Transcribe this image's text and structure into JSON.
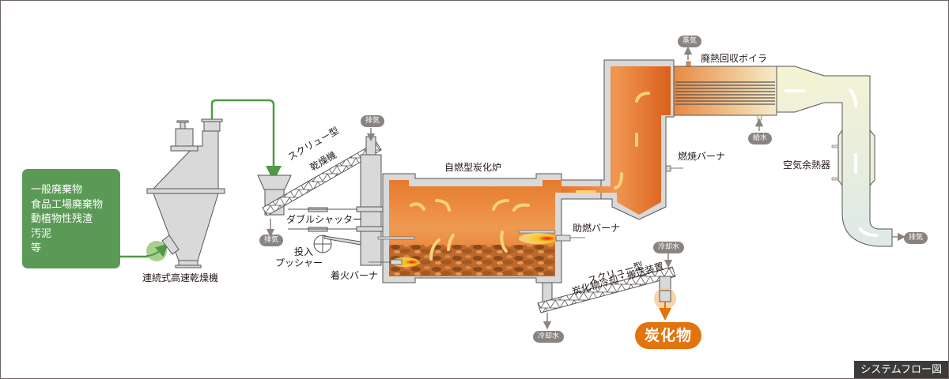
{
  "diagram": {
    "caption": "システムフロー図",
    "input_box": {
      "lines": [
        "一般廃棄物",
        "食品工場廃棄物",
        "動植物性残渣",
        "汚泥",
        "等"
      ]
    },
    "equipment": {
      "dryer": "連続式高速乾燥機",
      "screw_dryer_line1": "スクリュー型",
      "screw_dryer_line2": "乾燥機",
      "double_shutter": "ダブルシャッター",
      "pusher_line1": "投入",
      "pusher_line2": "プッシャー",
      "ignition_burner": "着火バーナ",
      "carbonization_furnace": "自燃型炭化炉",
      "auxiliary_burner": "助燃バーナ",
      "combustion_burner": "燃焼バーナ",
      "waste_heat_boiler": "廃熱回収ボイラ",
      "air_preheater": "空気余熱器",
      "screw_cooler_line1": "スクリュー型",
      "screw_cooler_line2": "炭化物冷却・搬送装置"
    },
    "tags": {
      "exhaust_screw": "排気",
      "exhaust_tower": "排気",
      "exhaust_final": "排気",
      "steam": "蒸気",
      "feed_water": "給水",
      "cooling_water_in": "冷却水",
      "cooling_water_out": "冷却水"
    },
    "product": "炭化物",
    "colors": {
      "input_green": "#5b9a56",
      "flow_green": "#4f9a45",
      "furnace_orange": "#e8782a",
      "product_orange": "#e2740d",
      "equipment_gray": "#d9d9d9",
      "tag_gray": "#8a8481",
      "caption_bg": "#3e3a39"
    }
  }
}
